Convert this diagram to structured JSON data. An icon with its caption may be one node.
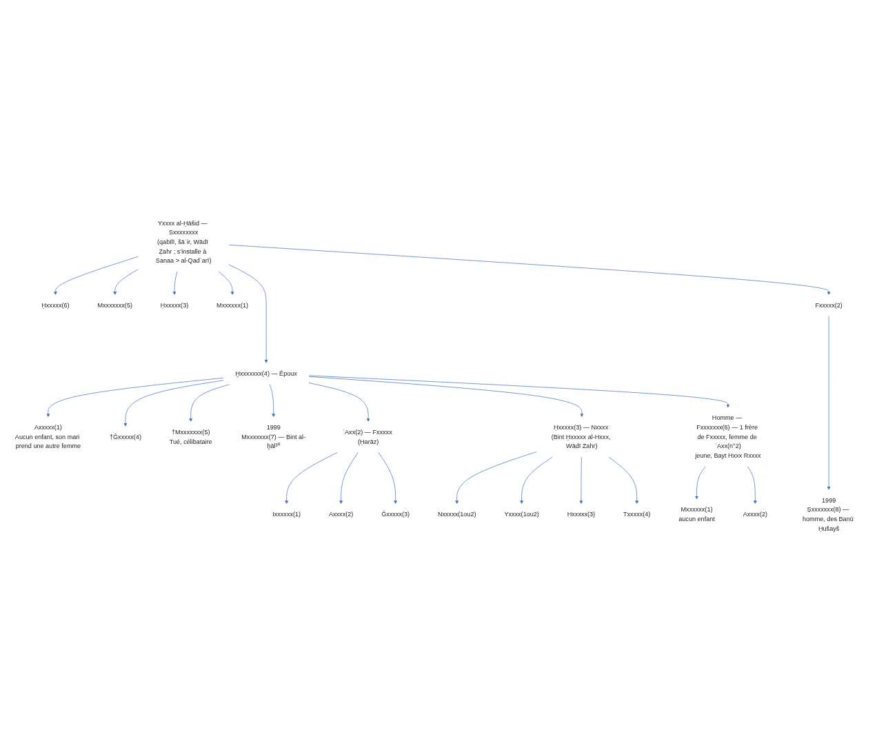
{
  "diagram": {
    "nodes": [
      {
        "text": [
          "Yxxxx al-Ḥāšid — Sxxxxxxxx",
          "(qabīlī, šāʿir, Wādī Ẓahr ; s’installe à Sanaa > al-Qadʿarī)"
        ]
      },
      {
        "text": [
          "Ḥxxxxx(6)"
        ]
      },
      {
        "text": [
          "Mxxxxxxx(5)"
        ]
      },
      {
        "text": [
          "Ḥxxxxx(3)"
        ]
      },
      {
        "text": [
          "Mxxxxxx(1)"
        ]
      },
      {
        "text": [
          "Fxxxxx(2)"
        ]
      },
      {
        "text": [
          "Ḫxxxxxxx(4) — Époux"
        ]
      },
      {
        "text": [
          "Axxxxx(1)",
          "Aucun enfant, son mari prend une autre femme"
        ]
      },
      {
        "text": [
          "†Ǧxxxxx(4)"
        ]
      },
      {
        "text": [
          "†Mxxxxxxx(5)",
          "Tué, célibataire"
        ]
      },
      {
        "text": [
          "1999",
          "Mxxxxxxx(7) — Bint al-ḫāl³⁰"
        ]
      },
      {
        "text": [
          "ʿAxx(2) — Fxxxxx (Ḥarāz)"
        ]
      },
      {
        "text": [
          "Ḥxxxxx(3) — Nxxxx (Bint Ḥxxxxx al-Hxxx, Wādī Zahr)"
        ]
      },
      {
        "text": [
          "Homme — Fxxxxxxx(6) — 1 frère de Fxxxxx, femme de ʿAxx(n°2)",
          "jeune, Bayt Hxxx Rxxxx"
        ]
      },
      {
        "text": [
          "Ixxxxxx(1)"
        ]
      },
      {
        "text": [
          "Axxxx(2)"
        ]
      },
      {
        "text": [
          "Ǧxxxxx(3)"
        ]
      },
      {
        "text": [
          "Nxxxxx(1ou2)"
        ]
      },
      {
        "text": [
          "Yxxxx(1ou2)"
        ]
      },
      {
        "text": [
          "Hxxxxx(3)"
        ]
      },
      {
        "text": [
          "Txxxxx(4)"
        ]
      },
      {
        "text": [
          "Mxxxxxx(1)",
          "aucun enfant"
        ]
      },
      {
        "text": [
          "Axxxx(2)"
        ]
      },
      {
        "text": [
          "1999",
          "Ṣxxxxxxx(8) — homme, des Banū Ḥušayš"
        ]
      }
    ],
    "edges": [
      {
        "from": 0,
        "to": 1,
        "arrow": "to"
      },
      {
        "from": 0,
        "to": 2,
        "arrow": "to"
      },
      {
        "from": 0,
        "to": 6,
        "arrow": "to"
      },
      {
        "from": 0,
        "to": 3,
        "arrow": "to"
      },
      {
        "from": 0,
        "to": 4,
        "arrow": "to"
      },
      {
        "from": 0,
        "to": 5,
        "arrow": "to"
      },
      {
        "from": 6,
        "to": 7,
        "arrow": "to"
      },
      {
        "from": 6,
        "to": 11,
        "arrow": "to"
      },
      {
        "from": 6,
        "to": 12,
        "arrow": "to"
      },
      {
        "from": 6,
        "to": 8,
        "arrow": "to"
      },
      {
        "from": 6,
        "to": 9,
        "arrow": "to"
      },
      {
        "from": 6,
        "to": 13,
        "arrow": "to"
      },
      {
        "from": 6,
        "to": 10,
        "arrow": "to"
      },
      {
        "from": 11,
        "to": 14,
        "arrow": "to"
      },
      {
        "from": 11,
        "to": 15,
        "arrow": "to"
      },
      {
        "from": 11,
        "to": 16,
        "arrow": "to"
      },
      {
        "from": 12,
        "to": 17,
        "arrow": "to"
      },
      {
        "from": 12,
        "to": 18,
        "arrow": "to"
      },
      {
        "from": 12,
        "to": 19,
        "arrow": "to"
      },
      {
        "from": 12,
        "to": 20,
        "arrow": "to"
      },
      {
        "from": 13,
        "to": 21,
        "arrow": "to"
      },
      {
        "from": 13,
        "to": 22,
        "arrow": "to"
      },
      {
        "from": 5,
        "to": 23,
        "arrow": "to"
      }
    ]
  }
}
